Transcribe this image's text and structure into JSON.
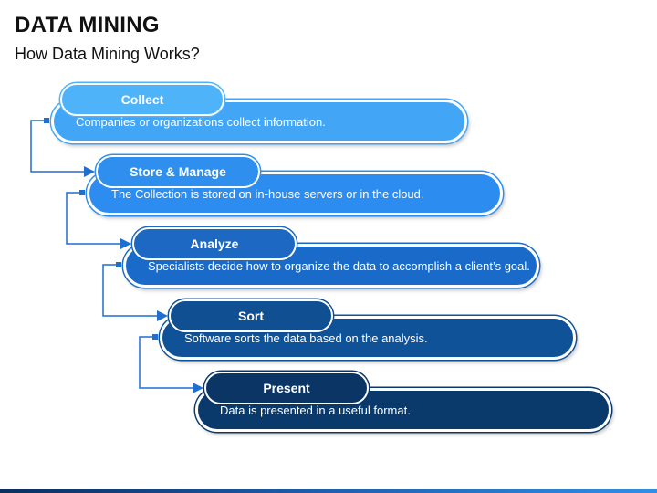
{
  "header": {
    "title": "DATA MINING",
    "subtitle": "How Data Mining Works?"
  },
  "steps": [
    {
      "name": "Collect",
      "description": "Companies or organizations collect information.",
      "color": "#42a5f5",
      "tab_color": "#4fb3fa"
    },
    {
      "name": "Store & Manage",
      "description": "The Collection is stored on in-house servers or in the cloud.",
      "color": "#2d8cf0",
      "tab_color": "#2f8fee"
    },
    {
      "name": "Analyze",
      "description": "Specialists decide how to organize the data to accomplish a client’s goal.",
      "color": "#1a6bc9",
      "tab_color": "#1c68c2"
    },
    {
      "name": "Sort",
      "description": "Software sorts the data based on the analysis.",
      "color": "#0f5298",
      "tab_color": "#114f93"
    },
    {
      "name": "Present",
      "description": "Data is presented in a useful format.",
      "color": "#0a3a6b",
      "tab_color": "#0b3565"
    }
  ],
  "connector_color": "#1e6fd0"
}
